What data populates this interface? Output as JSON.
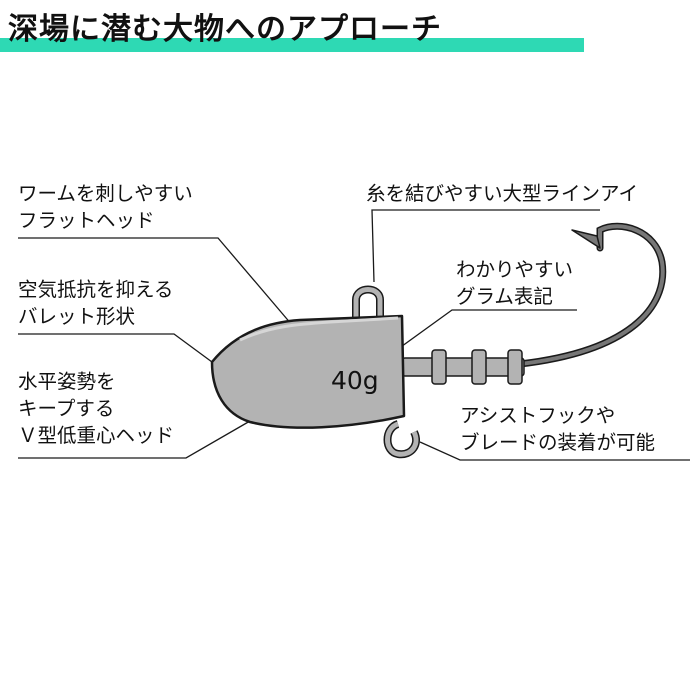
{
  "title": "深場に潜む大物へのアプローチ",
  "weight_marking": "40g",
  "labels": {
    "flat_head": [
      "ワームを刺しやすい",
      "フラットヘッド"
    ],
    "bullet_shape": [
      "空気抵抗を抑える",
      "バレット形状"
    ],
    "v_low_center": [
      "水平姿勢を",
      "キープする",
      "Ｖ型低重心ヘッド"
    ],
    "line_eye": [
      "糸を結びやすい大型ラインアイ"
    ],
    "gram_marking": [
      "わかりやすい",
      "グラム表記"
    ],
    "assist_hook": [
      "アシストフックや",
      "ブレードの装着が可能"
    ]
  },
  "colors": {
    "accent": "#2ed9b4",
    "head_fill": "#b3b3b3",
    "outline": "#1a1a1a",
    "hook": "#777777"
  }
}
